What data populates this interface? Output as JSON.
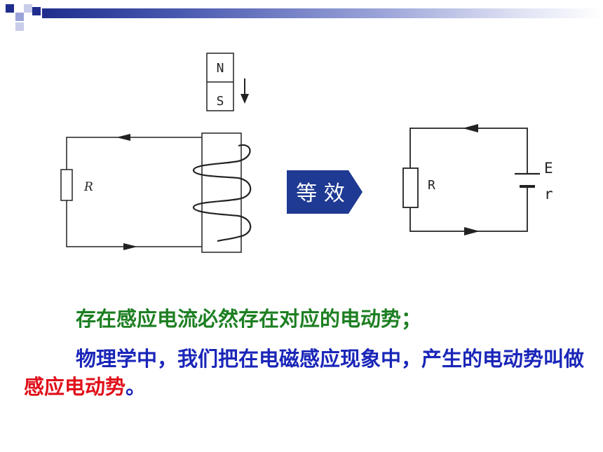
{
  "diagram": {
    "magnet_north": "N",
    "magnet_south": "S",
    "left_resistor": "R",
    "equiv_badge": "等 效",
    "right_resistor": "R",
    "emf_label": "E",
    "internal_resistance_label": "r"
  },
  "text": {
    "line1": "存在感应电流必然存在对应的电动势；",
    "para2_before": "物理学中，我们把在电磁感应现象中，产生的电动势叫做",
    "para2_highlight": "感应电动势",
    "para2_after": "。"
  },
  "colors": {
    "header_dark": "#1f2e8c",
    "green_text": "#1d7f22",
    "blue_text": "#1a26b8",
    "red_text": "#e0101a",
    "badge_fill": "#1f3a93"
  }
}
